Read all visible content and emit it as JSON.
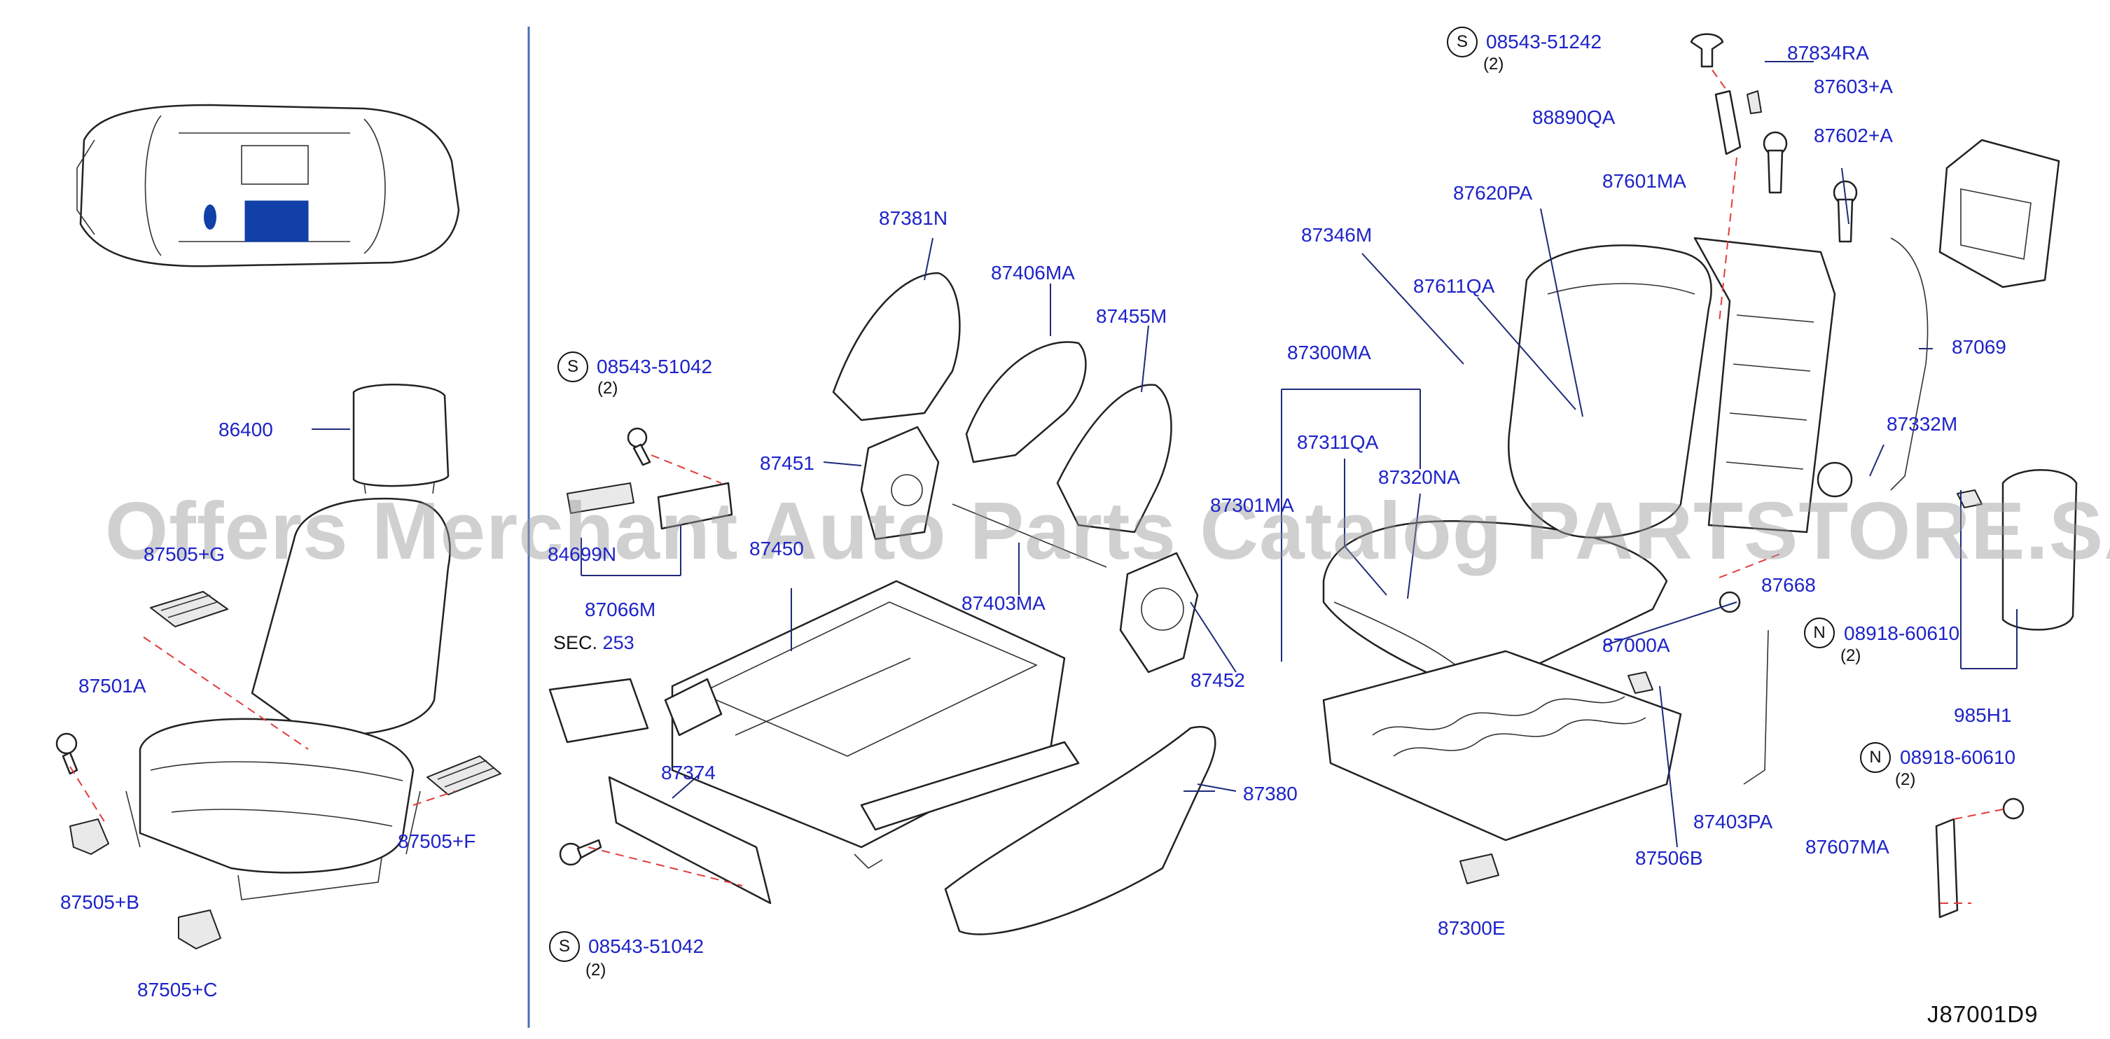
{
  "diagram": {
    "code": "J87001D9",
    "watermark": "Offers Merchant Auto Parts Catalog PARTSTORE.SA",
    "section": {
      "prefix": "SEC.",
      "number": "253"
    },
    "labels": {
      "p86400": "86400",
      "p87505g": "87505+G",
      "p87501a": "87501A",
      "p87505b": "87505+B",
      "p87505c": "87505+C",
      "p87505f": "87505+F",
      "p87381n": "87381N",
      "p87406ma": "87406MA",
      "p87455m": "87455M",
      "p87451": "87451",
      "p87403ma": "87403MA",
      "p87452": "87452",
      "p87066m": "87066M",
      "p84699n": "84699N",
      "p87450": "87450",
      "p87374": "87374",
      "p87380": "87380",
      "p87346m": "87346M",
      "p87620pa": "87620PA",
      "p87611qa": "87611QA",
      "p87300ma": "87300MA",
      "p87311qa": "87311QA",
      "p87320na": "87320NA",
      "p87301ma": "87301MA",
      "p87300e": "87300E",
      "p87834ra": "87834RA",
      "p87603a": "87603+A",
      "p88890qa": "88890QA",
      "p87602a": "87602+A",
      "p87601ma": "87601MA",
      "p87069": "87069",
      "p87332m": "87332M",
      "p87668": "87668",
      "p87000a": "87000A",
      "p87506b": "87506B",
      "p87403pa": "87403PA",
      "p985h1": "985H1",
      "p87607ma": "87607MA"
    },
    "callouts": [
      {
        "badge": "S",
        "part": "08543-51242",
        "qty": "(2)"
      },
      {
        "badge": "S",
        "part": "08543-51042",
        "qty": "(2)"
      },
      {
        "badge": "S",
        "part": "08543-51042",
        "qty": "(2)"
      },
      {
        "badge": "N",
        "part": "08918-60610",
        "qty": "(2)"
      },
      {
        "badge": "N",
        "part": "08918-60610",
        "qty": "(2)"
      }
    ]
  }
}
